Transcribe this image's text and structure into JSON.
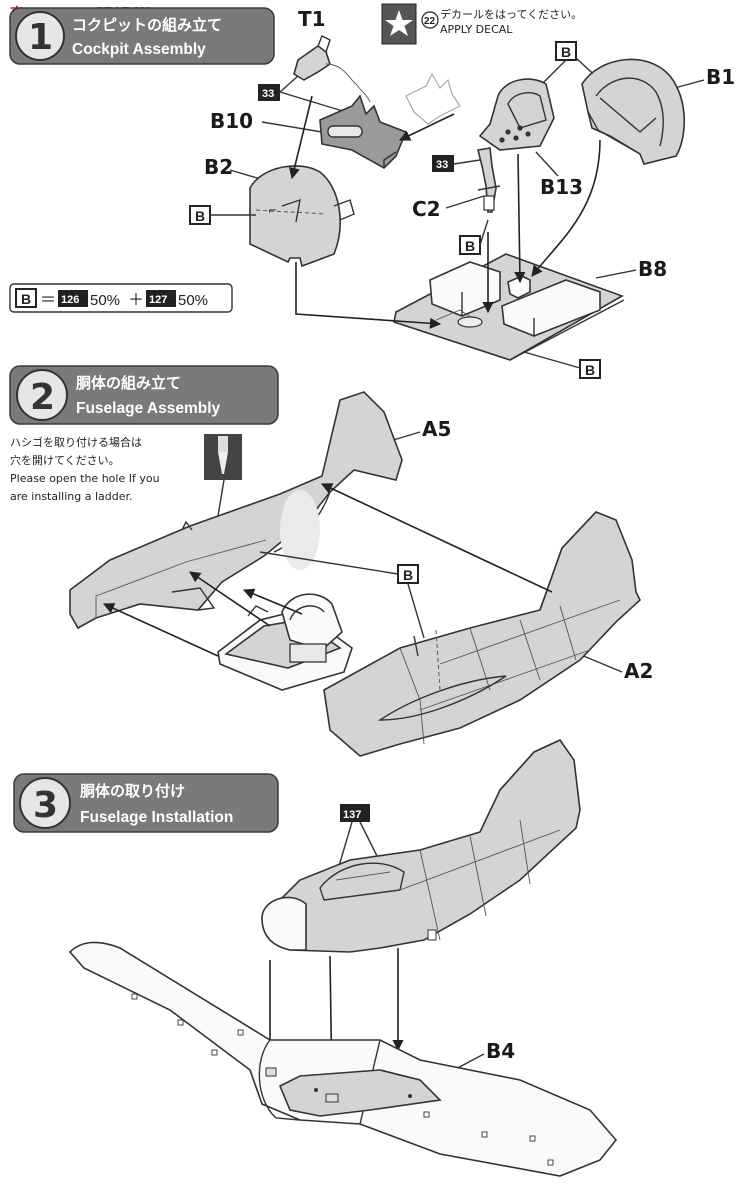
{
  "watermark": "SEARCH",
  "step1": {
    "number": "1",
    "title_jp": "コクピットの組み立て",
    "title_en": "Cockpit Assembly",
    "labels": {
      "t1": "T1",
      "b10": "B10",
      "b2": "B2",
      "c2": "C2",
      "b1": "B1",
      "b13": "B13",
      "b8": "B8"
    },
    "paint_33": "33",
    "paint_b": "B",
    "decal": {
      "number": "22",
      "text_jp": "デカールをはってください。",
      "text_en": "APPLY DECAL"
    },
    "mix_formula": {
      "left": "B",
      "eq": "＝",
      "c1": "126",
      "p1": "50%",
      "plus": "＋",
      "c2": "127",
      "p2": "50%"
    }
  },
  "step2": {
    "number": "2",
    "title_jp": "胴体の組み立て",
    "title_en": "Fuselage Assembly",
    "labels": {
      "a5": "A5",
      "a2": "A2"
    },
    "paint_b": "B",
    "note_jp_1": "ハシゴを取り付ける場合は",
    "note_jp_2": "穴を開けてください。",
    "note_en_1": "Please open the hole If you",
    "note_en_2": "are installing a ladder."
  },
  "step3": {
    "number": "3",
    "title_jp": "胴体の取り付け",
    "title_en": "Fuselage Installation",
    "labels": {
      "b4": "B4"
    },
    "paint_137": "137"
  },
  "icons": [
    "star-decal-icon",
    "drill-icon"
  ]
}
